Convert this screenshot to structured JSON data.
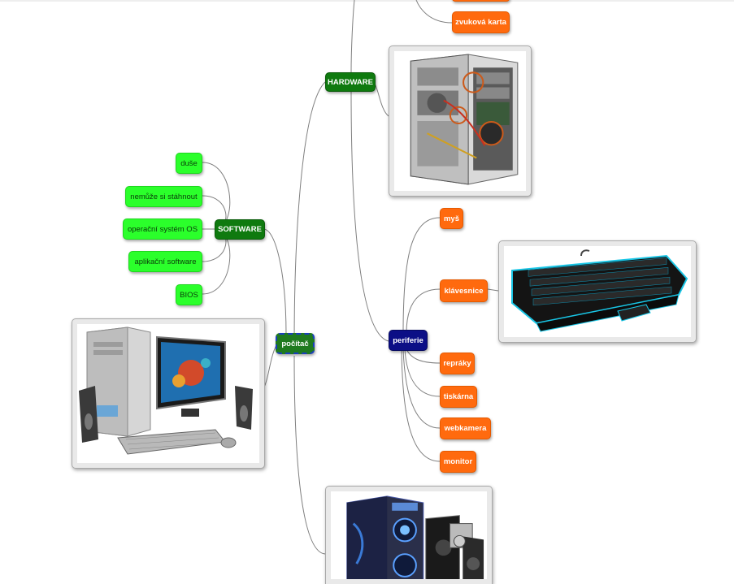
{
  "mindmap": {
    "root": "počítač",
    "hardware": {
      "label": "HARDWARE",
      "children": [
        "zvuková karta"
      ],
      "image": "pc-case-internals-icon"
    },
    "software": {
      "label": "SOFTWARE",
      "children": [
        "duše",
        "nemůže si stáhnout",
        "operační systém OS",
        "aplikační software",
        "BIOS"
      ]
    },
    "periferie": {
      "label": "periferie",
      "children": [
        "myš",
        "klávesnice",
        "repráky",
        "tiskárna",
        "webkamera",
        "monitor"
      ],
      "image": "keyboard-icon"
    },
    "root_image": "desktop-computer-icon",
    "bottom_image": "gaming-pc-speakers-icon"
  },
  "colors": {
    "orange": "#ff6a0e",
    "lime": "#2bff2b",
    "dark_green": "#0f7a0f",
    "navy": "#0c0f86",
    "root_border": "#1b3fbf",
    "link": "#7f7f7f"
  }
}
